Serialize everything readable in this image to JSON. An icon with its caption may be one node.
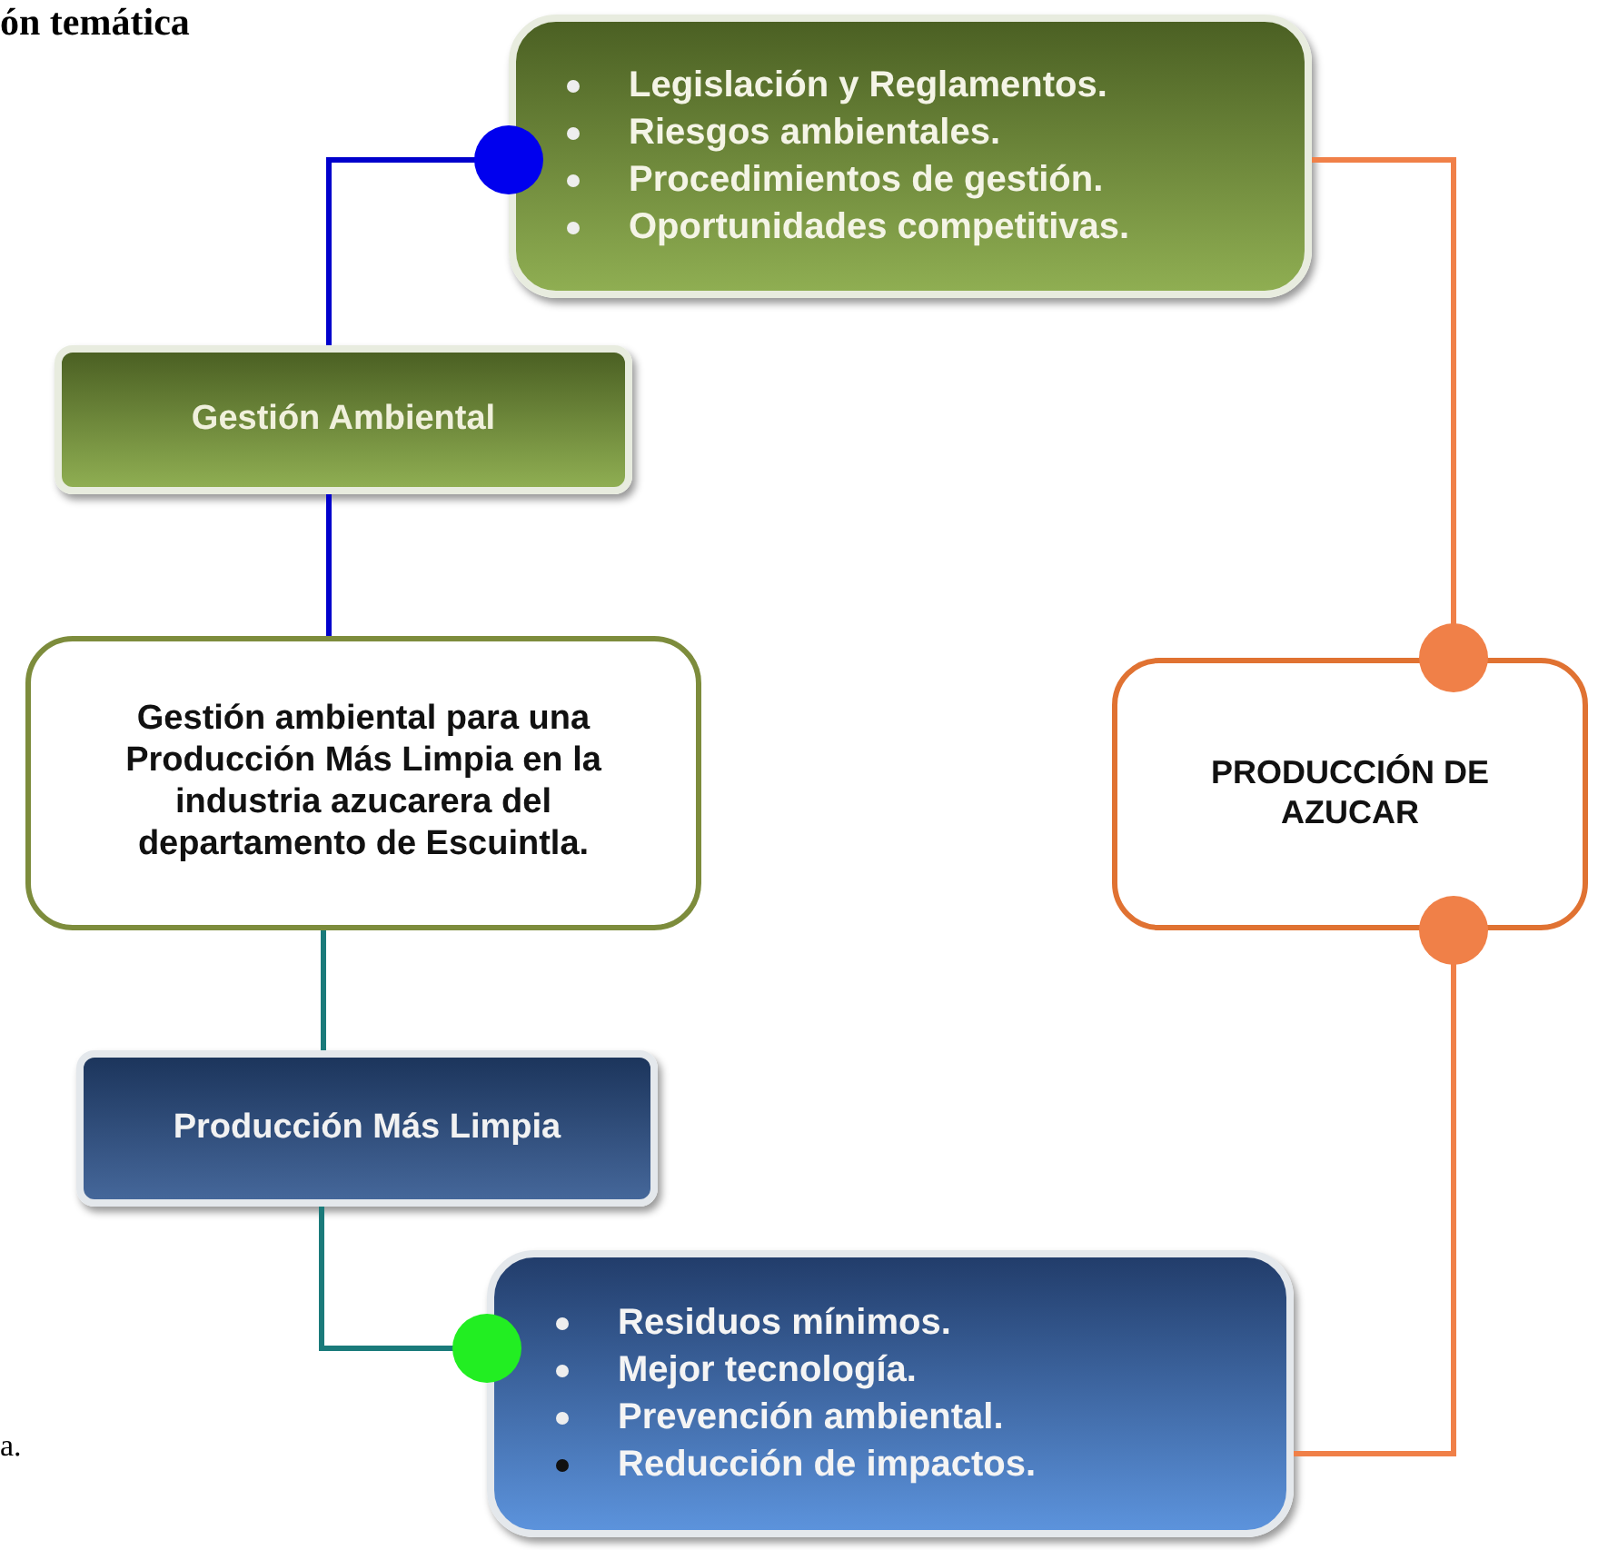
{
  "diagram": {
    "title": "ón temática",
    "nodes": [
      {
        "text": [
          "Legislación y Reglamentos.",
          "Riesgos ambientales.",
          "Procedimientos de gestión.",
          "Oportunidades competitivas."
        ]
      },
      {
        "text": [
          "Gestión Ambiental"
        ]
      },
      {
        "text": [
          "Gestión ambiental para una Producción Más Limpia en la industria azucarera del departamento de Escuintla."
        ]
      },
      {
        "text": [
          "Producción Más Limpia"
        ]
      },
      {
        "text": [
          "Residuos mínimos.",
          "Mejor tecnología.",
          "Prevención ambiental.",
          "Reducción de impactos."
        ]
      },
      {
        "text": [
          "PRODUCCIÓN DE AZUCAR"
        ]
      }
    ],
    "edges": [
      {
        "from": 1,
        "to": 0,
        "arrow": "other",
        "color": "#0000cc"
      },
      {
        "from": 1,
        "to": 2,
        "arrow": "none",
        "color": "#0000cc"
      },
      {
        "from": 2,
        "to": 3,
        "arrow": "none",
        "color": "#1a7a7a"
      },
      {
        "from": 3,
        "to": 4,
        "arrow": "other",
        "color": "#1a7a7a"
      },
      {
        "from": 0,
        "to": 5,
        "arrow": "other",
        "color": "#f08048"
      },
      {
        "from": 4,
        "to": 5,
        "arrow": "other",
        "color": "#f08048"
      }
    ],
    "labels": [
      "a."
    ]
  }
}
